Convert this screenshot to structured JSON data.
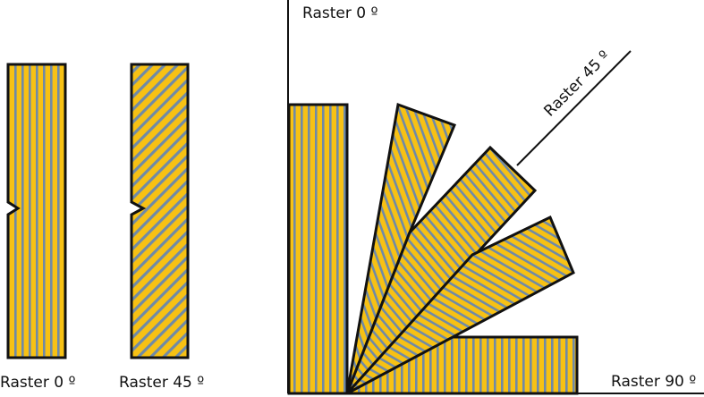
{
  "colors": {
    "fill": "#F7C114",
    "stripe": "#6F8AA8",
    "stroke": "#111111",
    "background": "#FFFFFF"
  },
  "labels": {
    "left_specimen_0": "Raster 0 º",
    "left_specimen_45": "Raster 45 º",
    "axis_0": "Raster 0 º",
    "axis_45": "Raster 45 º",
    "axis_90": "Raster 90 º"
  }
}
